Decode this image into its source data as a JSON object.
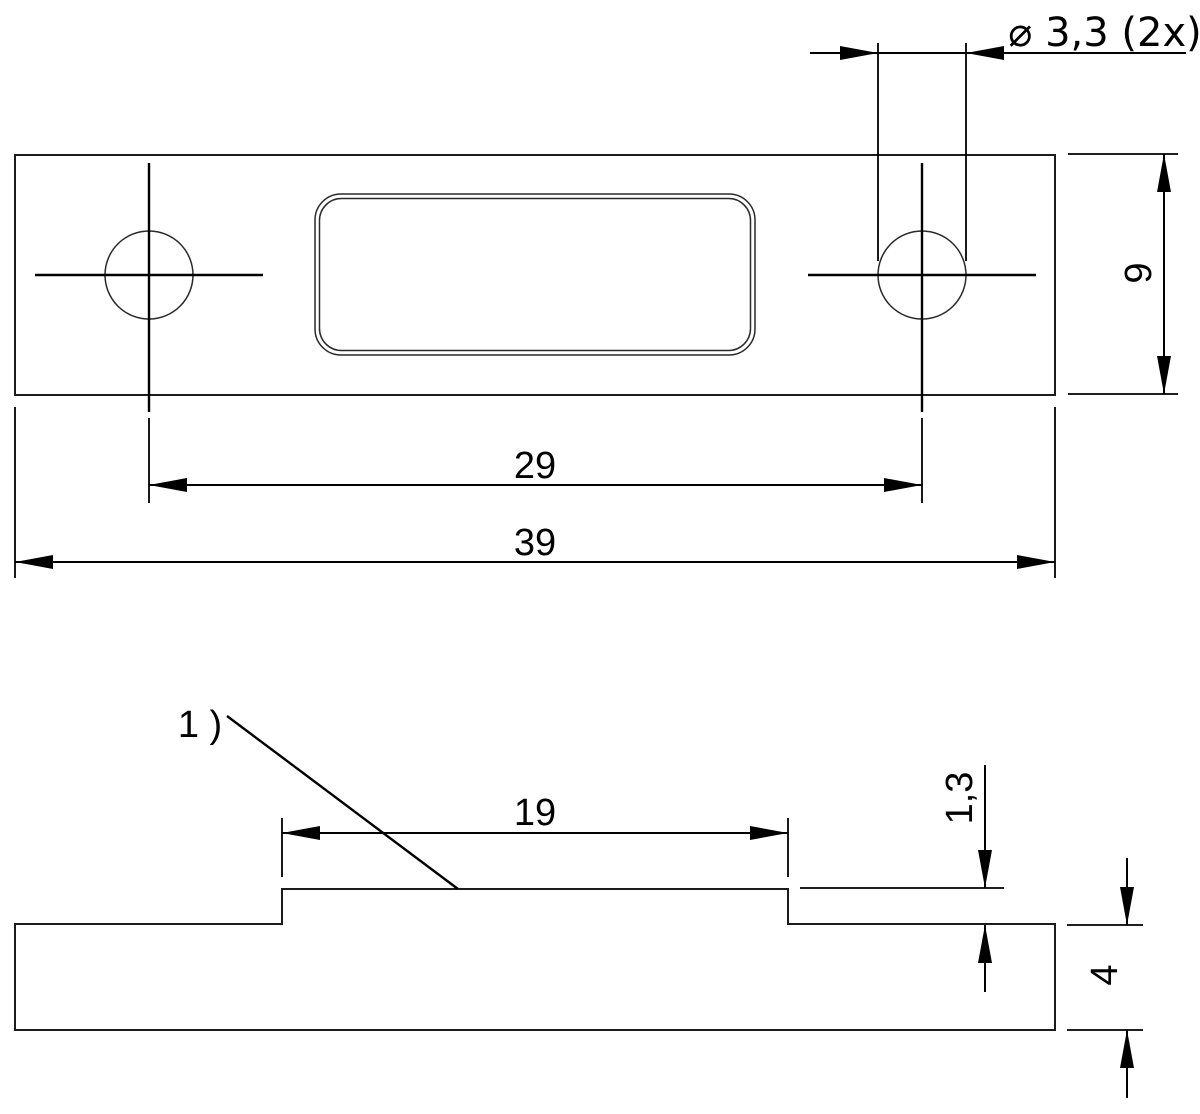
{
  "drawing": {
    "type": "technical-drawing",
    "background_color": "#ffffff",
    "line_color": "#000000",
    "views": {
      "top_view": {
        "name": "top view of plate with two holes and central slot"
      },
      "side_view": {
        "name": "side profile with raised boss"
      }
    },
    "dimensions": {
      "hole_diameter": {
        "label": "⌀ 3,3 (2x)",
        "value_mm": 3.3,
        "quantity": 2
      },
      "hole_spacing": {
        "label": "29",
        "value_mm": 29
      },
      "overall_length": {
        "label": "39",
        "value_mm": 39
      },
      "plate_width": {
        "label": "9",
        "value_mm": 9
      },
      "boss_length": {
        "label": "19",
        "value_mm": 19
      },
      "boss_height": {
        "label": "1,3",
        "value_mm": 1.3
      },
      "base_thickness": {
        "label": "4",
        "value_mm": 4
      }
    },
    "notes": {
      "flag_note": {
        "label": "1 )"
      }
    }
  }
}
